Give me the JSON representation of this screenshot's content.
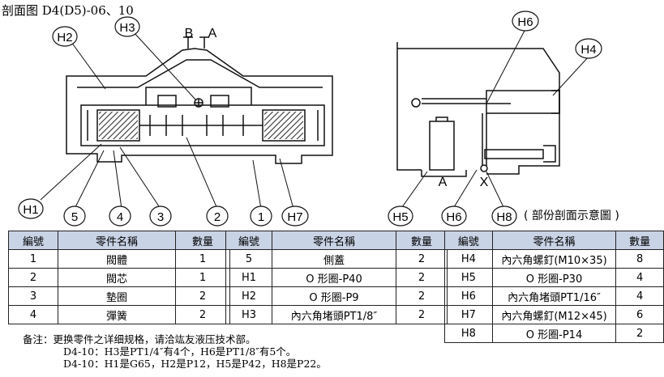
{
  "title": "剖面图 D4(D5)-06、10",
  "labels": {
    "port_b": "B",
    "port_a": "A",
    "side_a": "A",
    "side_x": "X",
    "partial_note": "( 部份剖面示意圖 )"
  },
  "callouts": [
    "H2",
    "H3",
    "H1",
    "5",
    "4",
    "3",
    "2",
    "1",
    "H7",
    "H6",
    "H4",
    "H5",
    "H6",
    "H8"
  ],
  "headers": {
    "number": "編號",
    "name": "零件名稱",
    "qty": "數量"
  },
  "table1": [
    {
      "no": "1",
      "name": "閥體",
      "qty": "1"
    },
    {
      "no": "2",
      "name": "閥芯",
      "qty": "1"
    },
    {
      "no": "3",
      "name": "墊圈",
      "qty": "2"
    },
    {
      "no": "4",
      "name": "彈簧",
      "qty": "2"
    }
  ],
  "table2": [
    {
      "no": "5",
      "name": "側蓋",
      "qty": "2"
    },
    {
      "no": "H1",
      "name": "O 形圈-P40",
      "qty": "2"
    },
    {
      "no": "H2",
      "name": "O 形圈-P9",
      "qty": "2"
    },
    {
      "no": "H3",
      "name": "內六角堵頭PT1/8″",
      "qty": "2"
    }
  ],
  "table3": [
    {
      "no": "H4",
      "name": "內六角螺釘(M10×35)",
      "qty": "8"
    },
    {
      "no": "H5",
      "name": "O 形圈-P30",
      "qty": "4"
    },
    {
      "no": "H6",
      "name": "內六角堵頭PT1/16″",
      "qty": "4"
    },
    {
      "no": "H7",
      "name": "內六角螺釘(M12×45)",
      "qty": "6"
    },
    {
      "no": "H8",
      "name": "O 形圈-P14",
      "qty": "2"
    }
  ],
  "notes": [
    "备注：更换零件之详细规格，请洽竑友液压技术部。",
    "D4-10：H3是PT1/4″有4个，H6是PT1/8″有5个。",
    "D4-10：H1是G65，H2是P12，H5是P42，H8是P22。"
  ]
}
